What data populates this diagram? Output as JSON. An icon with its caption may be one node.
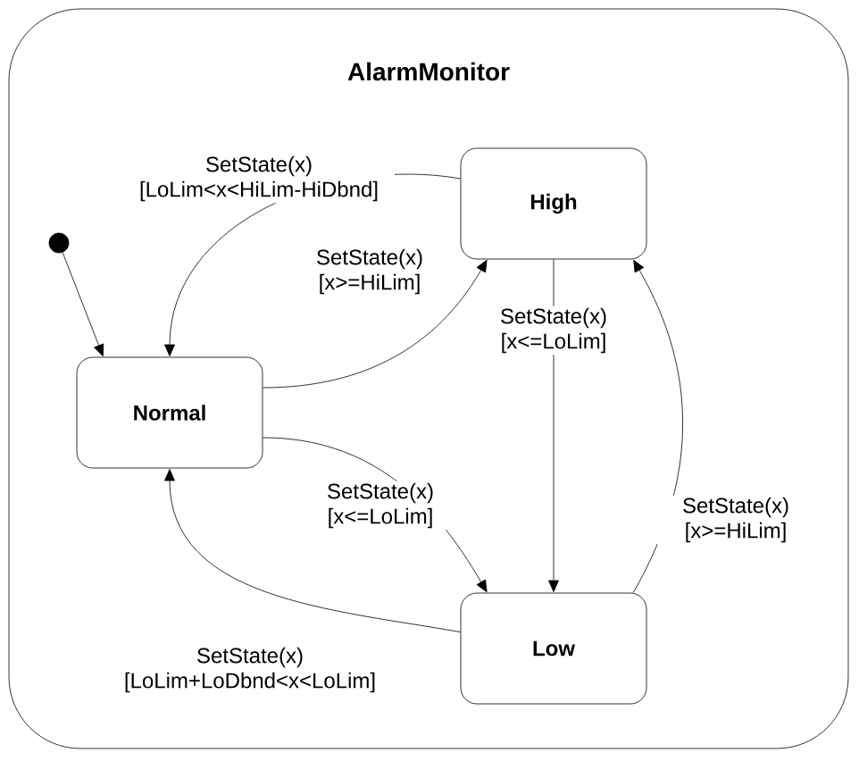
{
  "diagram": {
    "nodes": [
      {
        "text": [
          "AlarmMonitor"
        ]
      },
      {
        "text": [],
        "shape": "circle",
        "in": 0
      },
      {
        "text": [
          "Normal"
        ],
        "in": 0
      },
      {
        "text": [
          "High"
        ],
        "in": 0
      },
      {
        "text": [
          "Low"
        ],
        "in": 0
      }
    ],
    "edges": [
      {
        "from": 1,
        "to": 2,
        "arrow": "to"
      },
      {
        "from": 3,
        "to": 2,
        "arrow": "to",
        "label": "SetState(x) [LoLim<x<HiLim-HiDbnd]"
      },
      {
        "from": 2,
        "to": 3,
        "arrow": "to",
        "label": "SetState(x) [x>=HiLim]"
      },
      {
        "from": 3,
        "to": 4,
        "arrow": "to",
        "label": "SetState(x) [x<=LoLim]"
      },
      {
        "from": 4,
        "to": 3,
        "arrow": "to",
        "label": "SetState(x) [x>=HiLim]"
      },
      {
        "from": 2,
        "to": 4,
        "arrow": "to",
        "label": "SetState(x) [x<=LoLim]"
      },
      {
        "from": 4,
        "to": 2,
        "arrow": "to",
        "label": "SetState(x) [LoLim+LoDbnd<x<LoLim]"
      }
    ]
  }
}
